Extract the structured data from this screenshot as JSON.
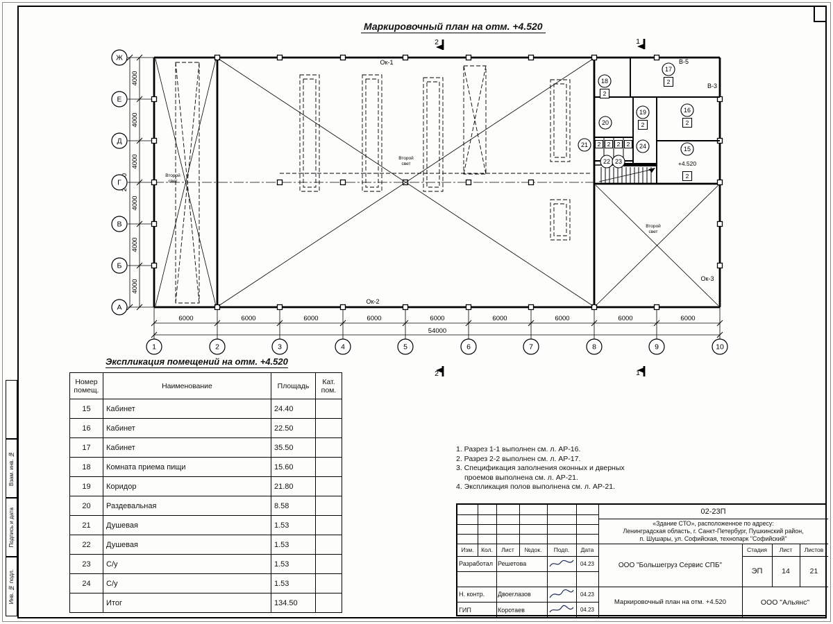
{
  "titles": {
    "plan": "Маркировочный план на отм. +4.520",
    "table": "Экспликация помещений на отм. +4.520"
  },
  "plan": {
    "axes_rows": [
      "Ж",
      "Е",
      "Д",
      "Г",
      "В",
      "Б",
      "А"
    ],
    "axes_cols": [
      "1",
      "2",
      "3",
      "4",
      "5",
      "6",
      "7",
      "8",
      "9",
      "10"
    ],
    "dims_v": [
      "4000",
      "4000",
      "4000",
      "4000",
      "4000",
      "4000"
    ],
    "dim_v_total": "24000",
    "dims_h": [
      "6000",
      "6000",
      "6000",
      "6000",
      "6000",
      "6000",
      "6000",
      "6000",
      "6000"
    ],
    "dim_h_total": "54000",
    "labels": {
      "ok1": "Ок-1",
      "ok2": "Ок-2",
      "ok3": "Ок-3",
      "v5": "В-5",
      "v3": "В-3",
      "level": "+4.520",
      "second_light_1": "Второй",
      "second_light_2": "свет",
      "cat": "2"
    },
    "sections": {
      "s1": "1",
      "s2": "2"
    },
    "rooms": {
      "r15": "15",
      "r16": "16",
      "r17": "17",
      "r18": "18",
      "r19": "19",
      "r20": "20",
      "r21": "21",
      "r22": "22",
      "r23": "23",
      "r24": "24"
    }
  },
  "table": {
    "headers": {
      "num": "Номер помещ.",
      "name": "Наименование",
      "area": "Площадь",
      "cat": "Кат. пом."
    },
    "rows": [
      {
        "num": "15",
        "name": "Кабинет",
        "area": "24.40",
        "cat": ""
      },
      {
        "num": "16",
        "name": "Кабинет",
        "area": "22.50",
        "cat": ""
      },
      {
        "num": "17",
        "name": "Кабинет",
        "area": "35.50",
        "cat": ""
      },
      {
        "num": "18",
        "name": "Комната приема пищи",
        "area": "15.60",
        "cat": ""
      },
      {
        "num": "19",
        "name": "Коридор",
        "area": "21.80",
        "cat": ""
      },
      {
        "num": "20",
        "name": "Раздевальная",
        "area": "8.58",
        "cat": ""
      },
      {
        "num": "21",
        "name": "Душевая",
        "area": "1.53",
        "cat": ""
      },
      {
        "num": "22",
        "name": "Душевая",
        "area": "1.53",
        "cat": ""
      },
      {
        "num": "23",
        "name": "С/у",
        "area": "1.53",
        "cat": ""
      },
      {
        "num": "24",
        "name": "С/у",
        "area": "1.53",
        "cat": ""
      },
      {
        "num": "",
        "name": "Итог",
        "area": "134.50",
        "cat": ""
      }
    ]
  },
  "notes": {
    "n1": "1. Разрез 1-1 выполнен см. л. АР-16.",
    "n2": "2. Разрез 2-2 выполнен см. л. АР-17.",
    "n3a": "3. Спецификация заполнения оконных и дверных",
    "n3b": "проемов выполнена см. л. АР-21.",
    "n4": "4. Экспликация полов выполнена см. л. АР-21."
  },
  "titleblock": {
    "doc_number": "02-23П",
    "object_line1": "«Здание СТО», расположенное по адресу:",
    "object_line2": "Ленинградская область, г. Санкт-Петербург, Пушкинский район,",
    "object_line3": "п. Шушары, ул. Софийская, технопарк \"Софийский\"",
    "cols": {
      "izm": "Изм.",
      "kol": "Кол.",
      "list": "Лист",
      "ndok": "№док.",
      "podp": "Подп.",
      "data": "Дата"
    },
    "rows": [
      {
        "role": "Разработал",
        "name": "Решетова",
        "date": "04.23"
      },
      {
        "role": "Н. контр.",
        "name": "Двоеглазов",
        "date": "04.23"
      },
      {
        "role": "ГИП",
        "name": "Коротаев",
        "date": "04.23"
      }
    ],
    "company": "ООО \"Большегруз Сервис СПБ\"",
    "stage_headers": {
      "stage": "Стадия",
      "sheet": "Лист",
      "sheets": "Листов"
    },
    "stage": "ЭП",
    "sheet_no": "14",
    "sheets_total": "21",
    "drawing_name": "Маркировочный план на отм. +4.520",
    "firm": "ООО \"Альянс\""
  },
  "side_stamps": {
    "s1": "Взам. инв. №",
    "s2": "Подпись и дата",
    "s3": "Инв. № подл."
  }
}
